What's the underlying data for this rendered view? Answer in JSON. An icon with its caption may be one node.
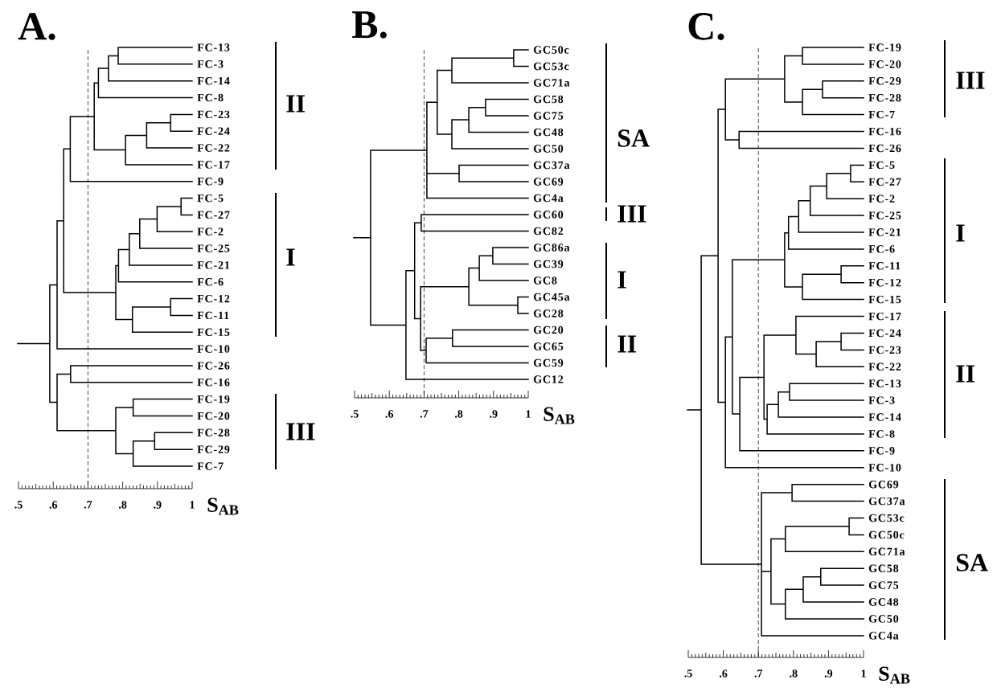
{
  "diagram": {
    "labels": [
      "A.",
      "FC-13",
      "FC-3",
      "FC-14",
      "FC-8",
      "FC-23",
      "FC-24",
      "FC-22",
      "FC-17",
      "FC-9",
      "FC-5",
      "FC-27",
      "FC-2",
      "FC-25",
      "FC-21",
      "FC-6",
      "FC-12",
      "FC-11",
      "FC-15",
      "FC-10",
      "FC-26",
      "FC-16",
      "FC-19",
      "FC-20",
      "FC-28",
      "FC-29",
      "FC-7",
      "II",
      "I",
      "III",
      ".5",
      ".6",
      ".7",
      ".8",
      ".9",
      "1",
      "S$_{AB}$",
      "B.",
      "GC50c",
      "GC53c",
      "GC71a",
      "GC58",
      "GC75",
      "GC48",
      "GC50",
      "GC37a",
      "GC69",
      "GC4a",
      "GC60",
      "GC82",
      "GC86a",
      "GC39",
      "GC8",
      "GC45a",
      "GC28",
      "GC20",
      "GC65",
      "GC59",
      "GC12",
      "SA",
      "III",
      "I",
      "II",
      ".5",
      ".6",
      ".7",
      ".8",
      ".9",
      "1",
      "S$_{AB}$",
      "C.",
      "FC-19",
      "FC-20",
      "FC-29",
      "FC-28",
      "FC-7",
      "FC-16",
      "FC-26",
      "FC-5",
      "FC-27",
      "FC-2",
      "FC-25",
      "FC-21",
      "FC-6",
      "FC-11",
      "FC-12",
      "FC-15",
      "FC-17",
      "FC-24",
      "FC-23",
      "FC-22",
      "FC-13",
      "FC-3",
      "FC-14",
      "FC-8",
      "FC-9",
      "FC-10",
      "GC69",
      "GC37a",
      "GC53c",
      "GC50c",
      "GC71a",
      "GC58",
      "GC75",
      "GC48",
      "GC50",
      "GC4a",
      "III",
      "I",
      "II",
      "SA",
      ".5",
      ".6",
      ".7",
      ".8",
      ".9",
      "1",
      "S$_{AB}$"
    ]
  }
}
